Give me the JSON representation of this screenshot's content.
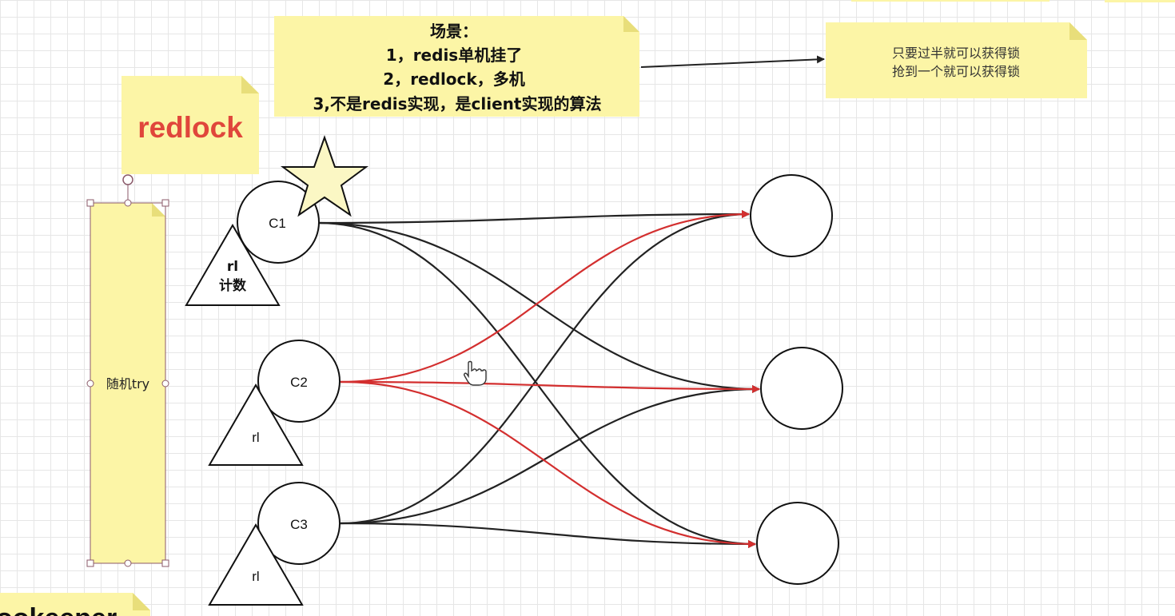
{
  "diagram": {
    "title_note": "redlock",
    "scenario_note": {
      "lines": [
        "场景：",
        "1，redis单机挂了",
        "2，redlock，多机",
        "3,不是redis实现，是client实现的算法"
      ]
    },
    "majority_note": {
      "lines": [
        "只要过半就可以获得锁",
        "抢到一个就可以获得锁"
      ]
    },
    "random_note": "随机try",
    "bottom_note": "zookeeper",
    "clients": [
      {
        "id": "c1",
        "label": "C1",
        "counter_lines": [
          "rl",
          "计数"
        ]
      },
      {
        "id": "c2",
        "label": "C2",
        "counter_lines": [
          "rl"
        ]
      },
      {
        "id": "c3",
        "label": "C3",
        "counter_lines": [
          "rl"
        ]
      }
    ],
    "servers": [
      {
        "id": "s1",
        "label": ""
      },
      {
        "id": "s2",
        "label": ""
      },
      {
        "id": "s3",
        "label": ""
      }
    ],
    "edges": [
      {
        "from": "c1",
        "to": "s1",
        "color": "#222222"
      },
      {
        "from": "c1",
        "to": "s2",
        "color": "#222222"
      },
      {
        "from": "c1",
        "to": "s3",
        "color": "#222222"
      },
      {
        "from": "c3",
        "to": "s1",
        "color": "#222222"
      },
      {
        "from": "c3",
        "to": "s2",
        "color": "#222222"
      },
      {
        "from": "c3",
        "to": "s3",
        "color": "#222222"
      },
      {
        "from": "c2",
        "to": "s1",
        "color": "#d32f2f"
      },
      {
        "from": "c2",
        "to": "s2",
        "color": "#d32f2f"
      },
      {
        "from": "c2",
        "to": "s3",
        "color": "#d32f2f"
      }
    ],
    "colors": {
      "note_fill": "#fcf5a6",
      "note_fold": "#e8de7a",
      "title_red": "#e0463b",
      "edge_black": "#222222",
      "edge_red": "#d32f2f",
      "star_fill": "#fbf7c4",
      "selection": "#8b5a6a"
    }
  }
}
